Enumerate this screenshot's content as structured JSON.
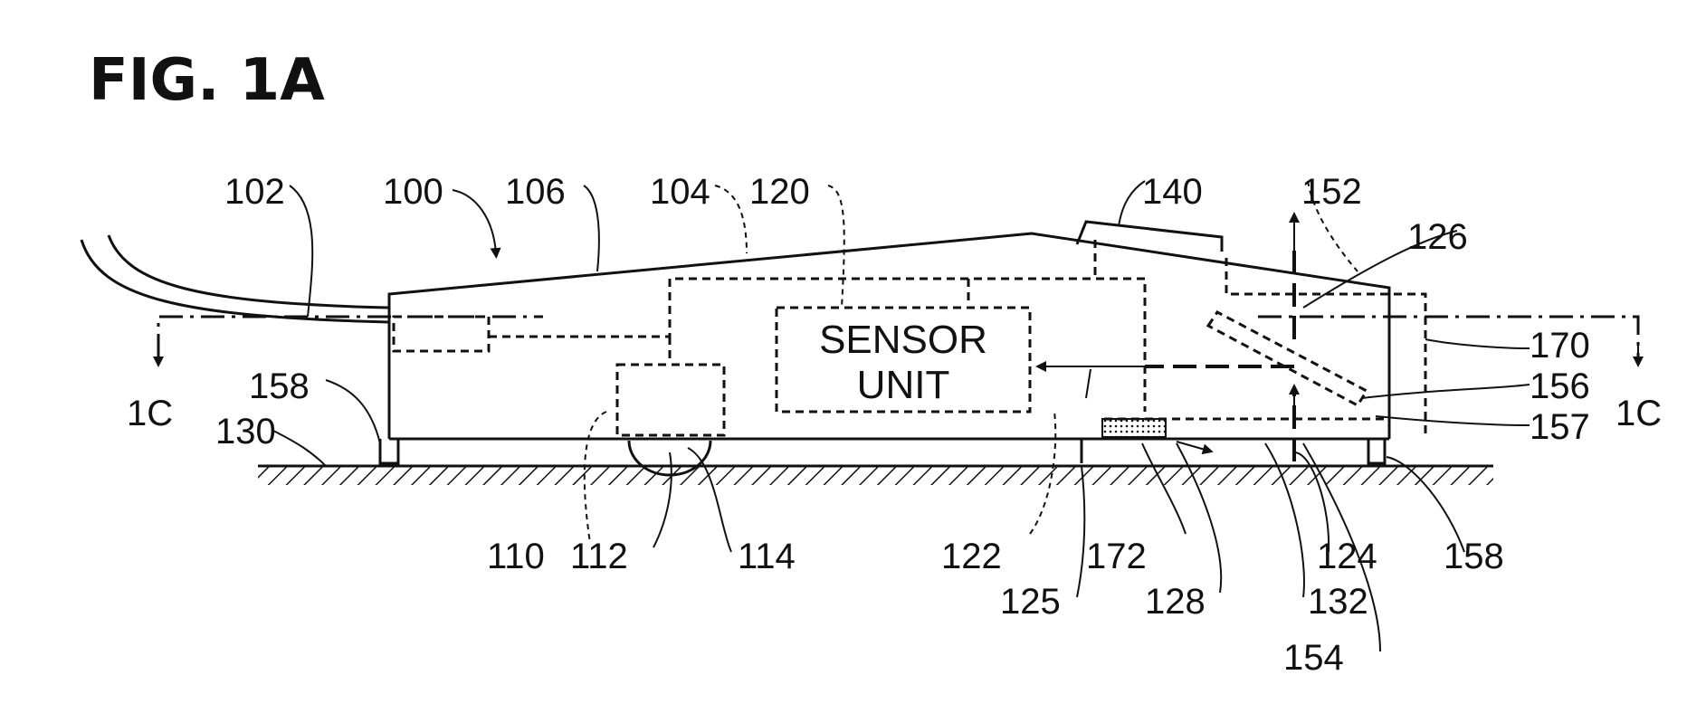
{
  "figure": {
    "title": "FIG. 1A",
    "box_label_line1": "SENSOR",
    "box_label_line2": "UNIT",
    "section_left": "1C",
    "section_right": "1C",
    "labels": {
      "l102": "102",
      "l100": "100",
      "l106": "106",
      "l104": "104",
      "l120": "120",
      "l140": "140",
      "l152": "152",
      "l126": "126",
      "l170": "170",
      "l156": "156",
      "l157": "157",
      "l158a": "158",
      "l130": "130",
      "l110": "110",
      "l112": "112",
      "l114": "114",
      "l122": "122",
      "l125": "125",
      "l172": "172",
      "l128": "128",
      "l132": "132",
      "l124": "124",
      "l154": "154",
      "l158b": "158"
    }
  }
}
